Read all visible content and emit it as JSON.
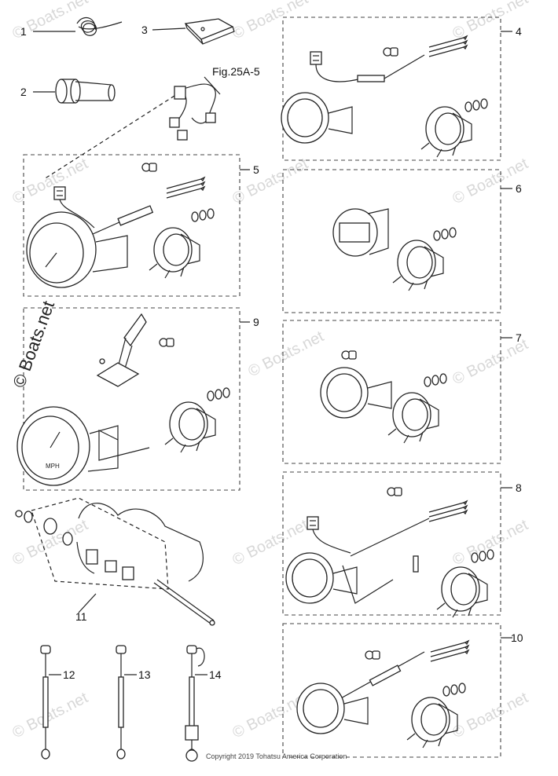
{
  "figure_ref": "Fig.25A-5",
  "watermark_text": "© Boats.net",
  "copyright": "Copyright 2019 Tohatsu America Corporation",
  "gauge_face_text": {
    "mph": "MPH"
  },
  "callouts": {
    "p1": "1",
    "p2": "2",
    "p3": "3",
    "p4": "4",
    "p5": "5",
    "p6": "6",
    "p7": "7",
    "p8": "8",
    "p9": "9",
    "p10": "10",
    "p11": "11",
    "p12": "12",
    "p13": "13",
    "p14": "14"
  },
  "colors": {
    "line": "#222222",
    "watermark": "#d8d8d8",
    "background": "#ffffff"
  }
}
